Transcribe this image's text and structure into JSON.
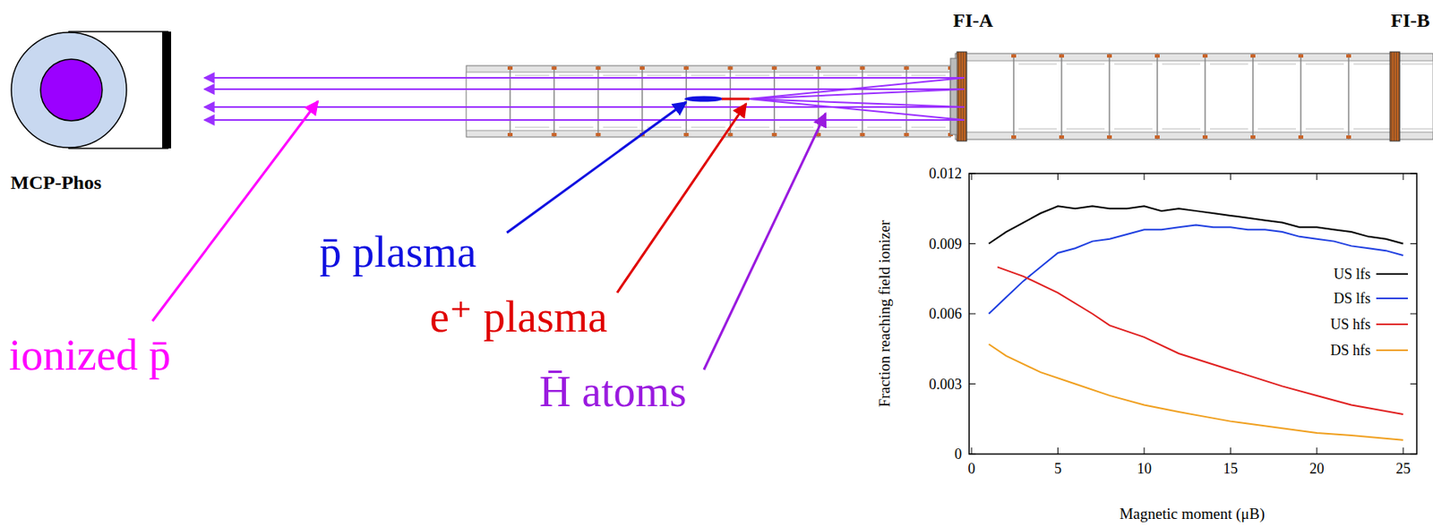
{
  "diagram": {
    "nodes": [
      {
        "text": [
          "MCP-Phos"
        ]
      }
    ],
    "labels": [
      "FI-A",
      "FI-B",
      "p̄ plasma",
      "e⁺ plasma",
      "H̄ atoms",
      "ionized p̄",
      "0",
      "0.003",
      "0.006",
      "0.009",
      "0.012",
      "0",
      "5",
      "10",
      "15",
      "20",
      "25",
      "Fraction reaching field ionizer",
      "Magnetic moment (μB)"
    ],
    "legend": [
      {
        "text": "US lfs"
      },
      {
        "text": "DS lfs"
      },
      {
        "text": "US hfs"
      },
      {
        "text": "DS hfs"
      }
    ]
  }
}
